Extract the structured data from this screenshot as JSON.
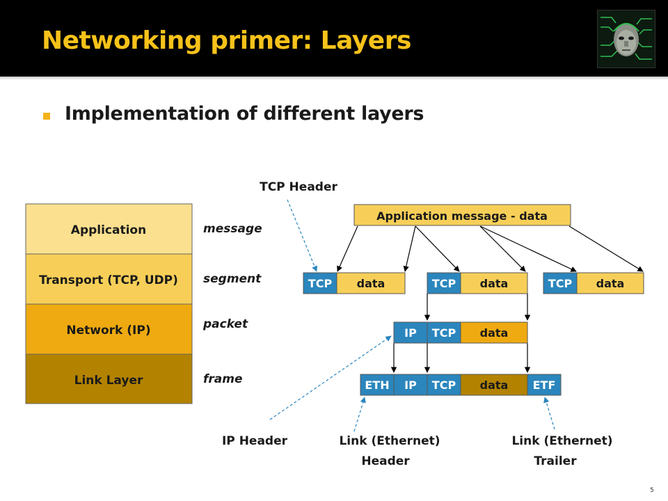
{
  "slide": {
    "title": "Networking primer: Layers",
    "bullet": "Implementation of different layers",
    "page_number": "5"
  },
  "stack": [
    {
      "label": "Application",
      "color": "#fbe08f"
    },
    {
      "label": "Transport (TCP, UDP)",
      "color": "#f7cf58"
    },
    {
      "label": "Network (IP)",
      "color": "#eeaa10"
    },
    {
      "label": "Link Layer",
      "color": "#b38300"
    }
  ],
  "units": [
    "message",
    "segment",
    "packet",
    "frame"
  ],
  "diagram": {
    "app_message": "Application message - data",
    "tcp": "TCP",
    "data": "data",
    "ip": "IP",
    "eth": "ETH",
    "etf": "ETF",
    "callout_tcp_header": "TCP Header",
    "callout_ip_header": "IP Header",
    "callout_link_header_1": "Link (Ethernet)",
    "callout_link_header_2": "Header",
    "callout_link_trailer_1": "Link (Ethernet)",
    "callout_link_trailer_2": "Trailer",
    "colors": {
      "header_blue": "#2b86bd",
      "data_yellow": "#f7cf58",
      "data_dark": "#b38300",
      "callout_line": "#2b86bd"
    }
  }
}
